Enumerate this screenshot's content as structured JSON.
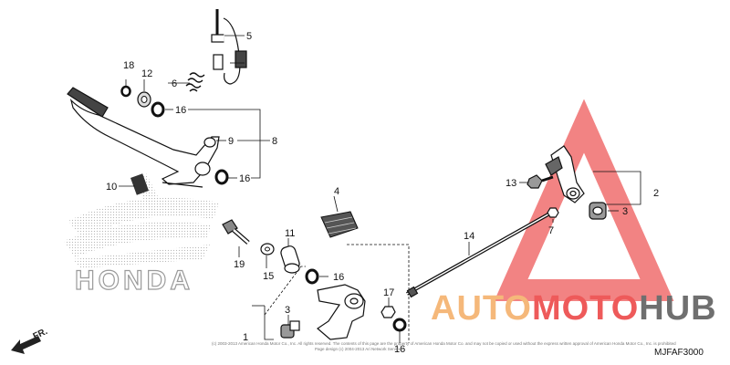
{
  "diagram": {
    "part_numbers": [
      "18",
      "12",
      "6",
      "5",
      "16",
      "9",
      "8",
      "10",
      "16",
      "4",
      "11",
      "19",
      "15",
      "16",
      "3",
      "1",
      "17",
      "16",
      "14",
      "13",
      "2",
      "3",
      "7"
    ],
    "honda_watermark": "HONDA",
    "code": "MJFAF3000",
    "direction_label": "FR.",
    "copyright_line1": "(c) 2003-2013 American Honda Motor Co., Inc. All rights reserved. The contents of this page are the property of American Honda Motor Co. and may not be copied or used without the express written approval of American Honda Motor Co., Inc. is prohibited",
    "copyright_line2": "Page design (c) 2004-2013 Ari Network Services"
  },
  "watermark": {
    "part1": "AUTO",
    "part2": "MOTO",
    "part3": "HUB",
    "color_orange": "#f5b87a",
    "color_red": "#ee5a5a",
    "color_gray": "#6f6f6f"
  }
}
